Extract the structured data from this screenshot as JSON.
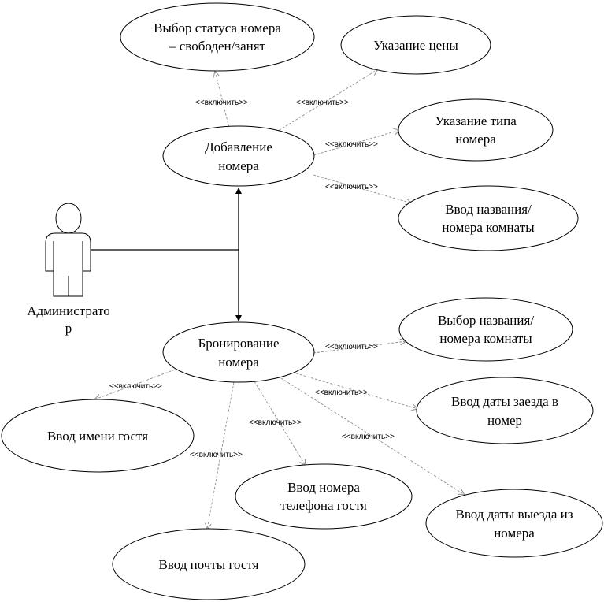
{
  "actor": {
    "name_lines": [
      "Администрато",
      "р"
    ]
  },
  "use_cases": {
    "add_room": [
      "Добавление",
      "номера"
    ],
    "booking": [
      "Бронирование",
      "номера"
    ],
    "status": [
      "Выбор статуса номера",
      "– свободен/занят"
    ],
    "price": [
      "Указание цены"
    ],
    "room_type": [
      "Указание типа",
      "номера"
    ],
    "room_name": [
      "Ввод названия/",
      "номера комнаты"
    ],
    "select_room": [
      "Выбор названия/",
      "номера комнаты"
    ],
    "checkin": [
      "Ввод даты заезда в",
      "номер"
    ],
    "checkout": [
      "Ввод даты выезда из",
      "номера"
    ],
    "phone": [
      "Ввод номера",
      "телефона гостя"
    ],
    "guest_name": [
      "Ввод имени гостя"
    ],
    "email": [
      "Ввод почты гостя"
    ]
  },
  "include_label": "<<включить>>"
}
